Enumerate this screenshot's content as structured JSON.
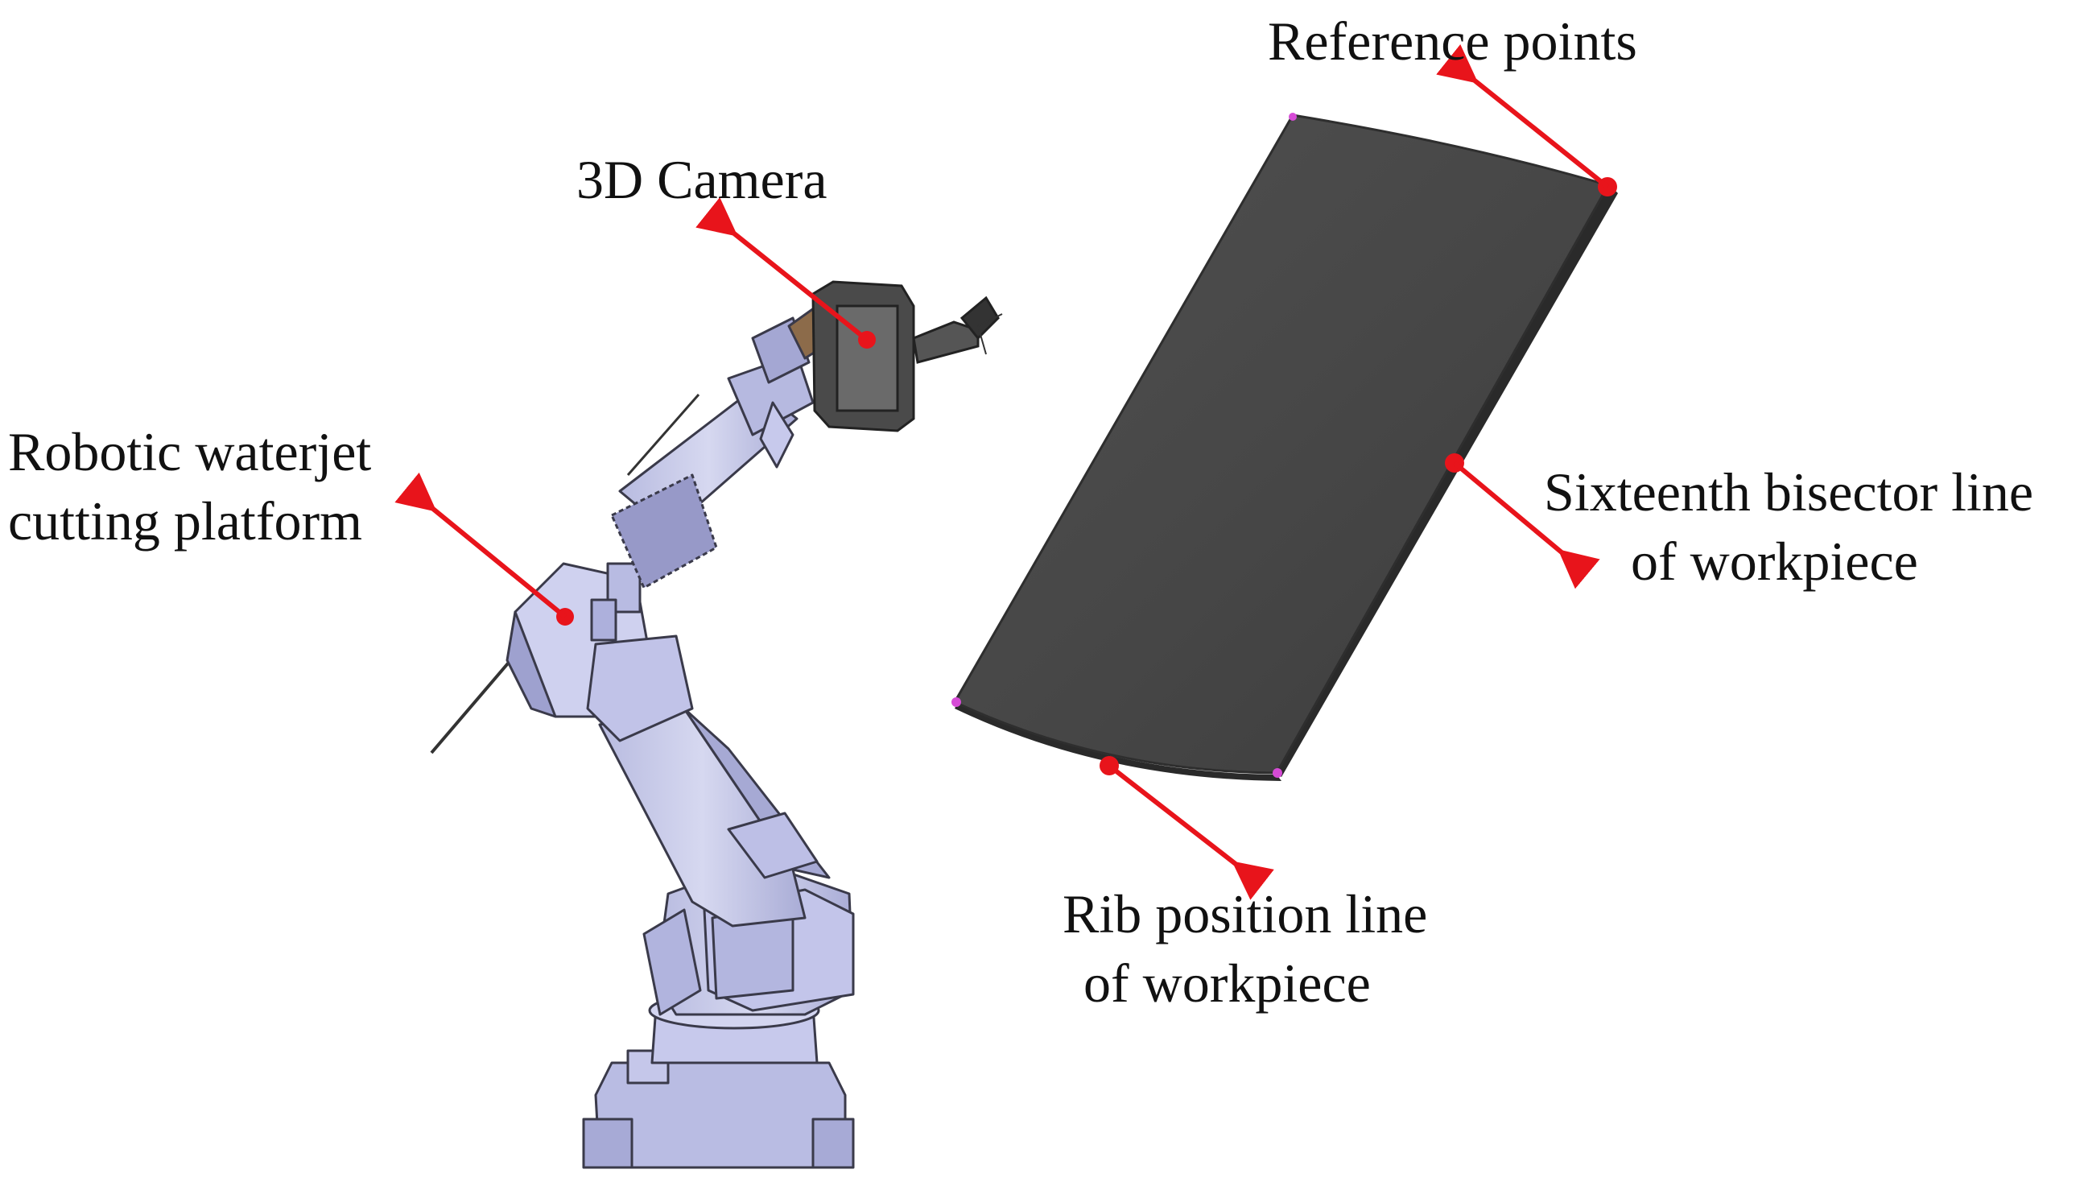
{
  "labels": {
    "reference_points": "Reference points",
    "camera": "3D Camera",
    "robot_line1": "Robotic waterjet",
    "robot_line2": "cutting platform",
    "sixteenth_line1": "Sixteenth bisector line",
    "sixteenth_line2": "of workpiece",
    "rib_line1": "Rib position line",
    "rib_line2": "of workpiece"
  },
  "colors": {
    "arrow": "#e8141b",
    "marker": "#e8141b",
    "corner_marker": "#d64bd6",
    "workpiece_face": "#4a4a4a",
    "workpiece_edge": "#2a2a2a",
    "robot_body": "#c9cbe8",
    "robot_outline": "#3a3a4a"
  }
}
